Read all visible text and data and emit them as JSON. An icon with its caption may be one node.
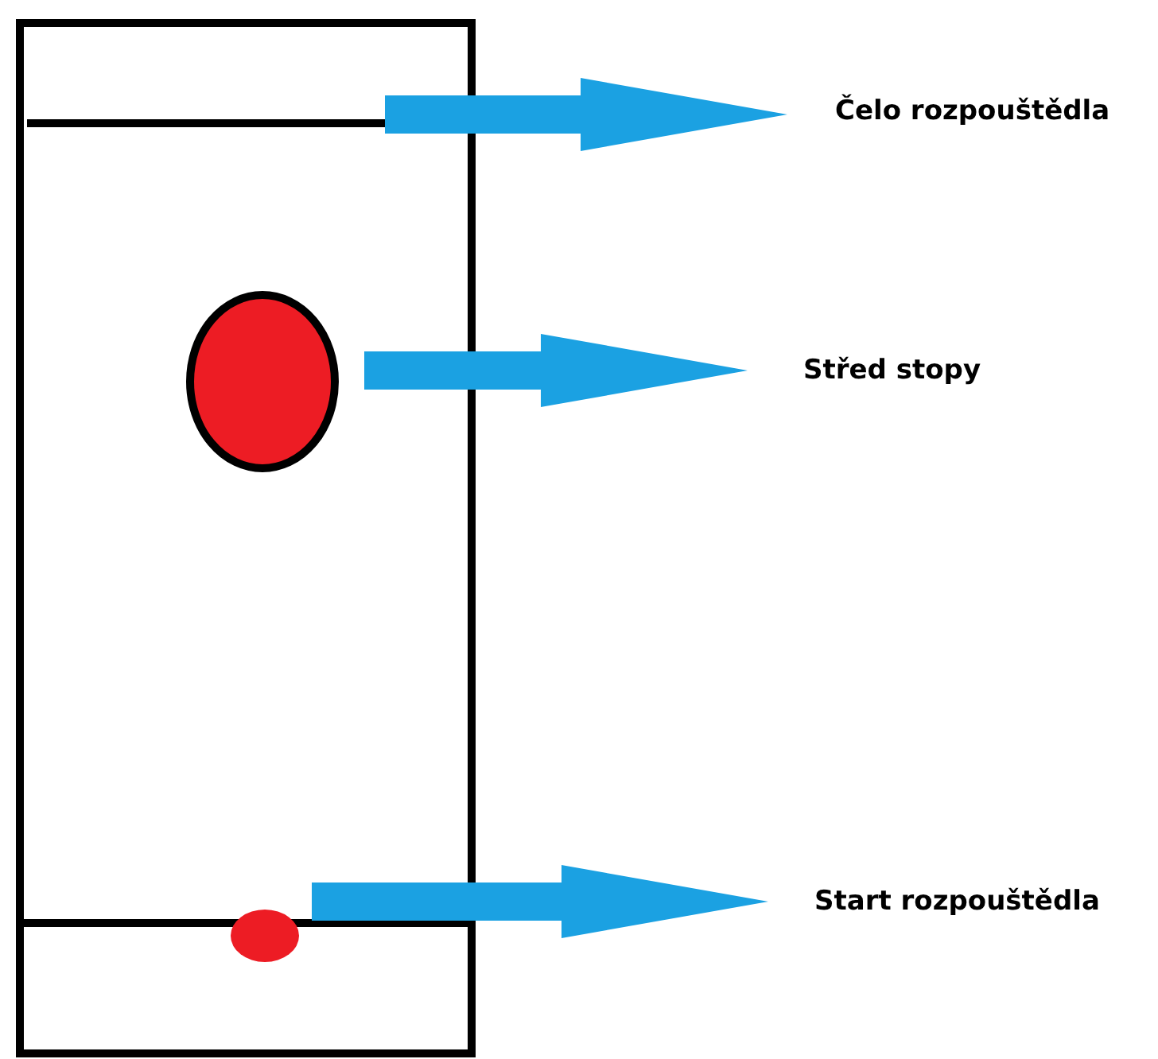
{
  "diagram": {
    "nodes": [
      {
        "text": [],
        "shape": "box"
      },
      {
        "text": [],
        "shape": "line",
        "in": 0
      },
      {
        "text": [],
        "shape": "circle",
        "in": 0
      },
      {
        "text": [],
        "shape": "circle",
        "in": 0
      },
      {
        "text": [
          "Čelo rozpouštědla"
        ]
      },
      {
        "text": [
          "Střed stopy"
        ]
      },
      {
        "text": [
          "Start rozpouštědla"
        ]
      }
    ],
    "edges": [
      {
        "from": 1,
        "to": 4,
        "arrow": "to"
      },
      {
        "from": 2,
        "to": 5,
        "arrow": "to"
      },
      {
        "from": 3,
        "to": 6,
        "arrow": "to"
      }
    ]
  }
}
